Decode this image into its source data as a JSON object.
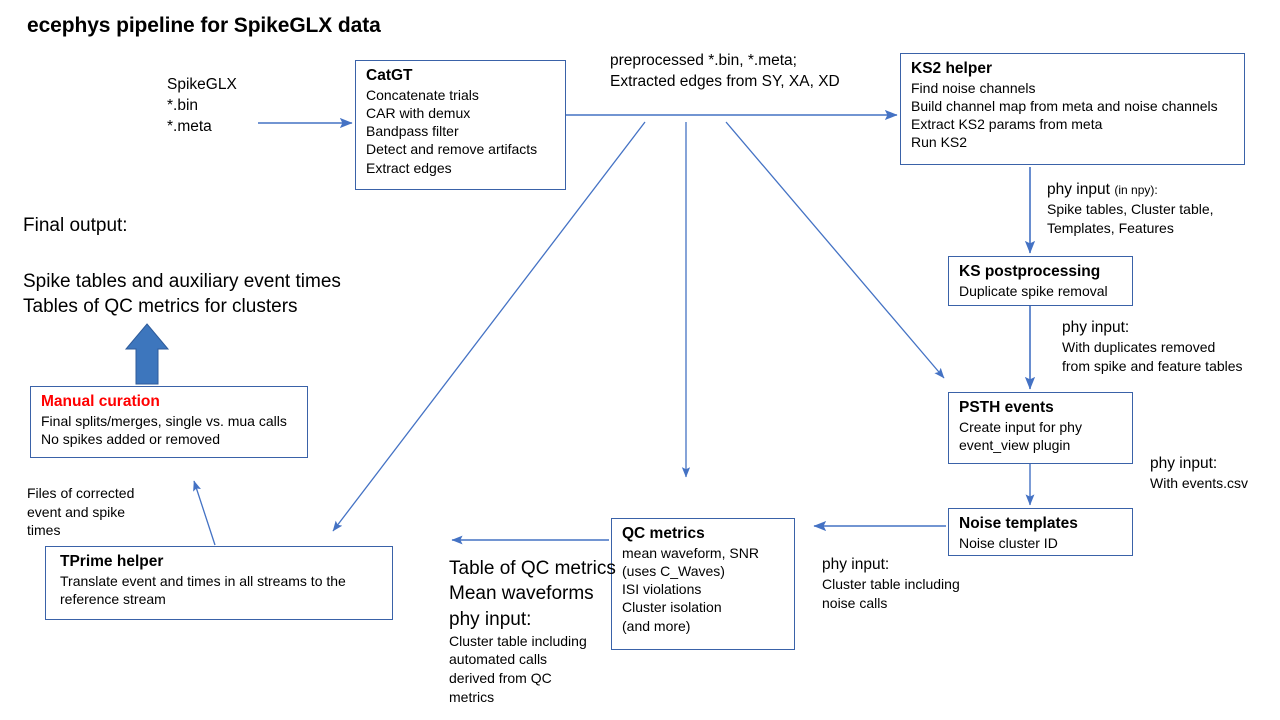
{
  "page": {
    "title": "ecephys pipeline for SpikeGLX data",
    "accent_blue": "#3a62a8",
    "arrow_blue": "#4472c4",
    "thick_arrow_fill": "#3d76bd",
    "alert_red": "#ff0000",
    "background": "#ffffff"
  },
  "nodes": {
    "catgt": {
      "title": "CatGT",
      "lines": [
        "Concatenate trials",
        "CAR with  demux",
        "Bandpass filter",
        "Detect and remove  artifacts",
        "Extract edges"
      ]
    },
    "ks2_helper": {
      "title": "KS2 helper",
      "lines": [
        "Find noise channels",
        "Build channel map from  meta and noise channels",
        "Extract KS2 params from  meta",
        "Run KS2"
      ]
    },
    "ks_postprocessing": {
      "title": "KS postprocessing",
      "lines": [
        "Duplicate spike removal"
      ]
    },
    "psth_events": {
      "title": "PSTH events",
      "lines": [
        "Create input  for phy",
        "event_view plugin"
      ]
    },
    "noise_templates": {
      "title": "Noise templates",
      "lines": [
        "Noise cluster ID"
      ]
    },
    "qc_metrics": {
      "title": "QC metrics",
      "lines": [
        "mean waveform,  SNR",
        "(uses C_Waves)",
        "ISI violations",
        "Cluster isolation",
        "(and more)"
      ]
    },
    "manual_curation": {
      "title": "Manual curation",
      "lines": [
        "Final splits/merges, single vs.  mua calls",
        "No spikes added or  removed"
      ]
    },
    "tprime_helper": {
      "title": "TPrime helper",
      "lines": [
        "Translate event and times in all streams to the",
        "reference stream"
      ]
    }
  },
  "labels": {
    "spikeglx_input": [
      "SpikeGLX",
      "*.bin",
      "*.meta"
    ],
    "preprocessed": [
      "preprocessed *.bin, *.meta;",
      "Extracted edges from SY, XA, XD"
    ],
    "final_output_heading": "Final output:",
    "final_output": [
      "Spike tables and auxiliary event times",
      "Tables of QC metrics for clusters"
    ],
    "phy_input_npy": {
      "head": "phy input",
      "head_small": "(in npy):",
      "lines": [
        "Spike tables, Cluster table,",
        "Templates, Features"
      ]
    },
    "phy_input_duplicates": {
      "head": "phy input:",
      "lines": [
        "With duplicates removed",
        "from  spike and feature tables"
      ]
    },
    "phy_input_events": {
      "head": "phy input:",
      "lines": [
        "With events.csv"
      ]
    },
    "phy_input_noise": {
      "head": "phy input:",
      "lines": [
        "Cluster table including",
        "noise calls"
      ]
    },
    "qc_output": {
      "big_lines": [
        "Table of QC metrics",
        "Mean waveforms",
        "phy input:"
      ],
      "small_lines": [
        "Cluster table including",
        "automated calls",
        "derived from QC",
        "metrics"
      ]
    },
    "files_corrected": [
      "Files of corrected",
      "event and spike",
      "times"
    ]
  }
}
